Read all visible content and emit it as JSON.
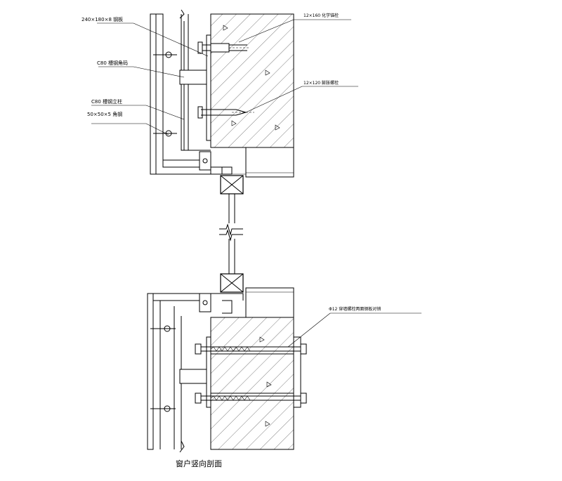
{
  "labels": {
    "steel_plate": "240×180×8 钢板",
    "bolt_top": "12×160 化学锚栓",
    "angle_code": "C80 槽钢角码",
    "bolt_mid": "12×120 膨胀螺栓",
    "vertical": "C80 槽钢立柱",
    "angle_steel": "50×50×5 角钢",
    "through_bolt": "Φ12 穿墙螺栓两面钢板对销"
  },
  "title": "窗户竖向剖面"
}
